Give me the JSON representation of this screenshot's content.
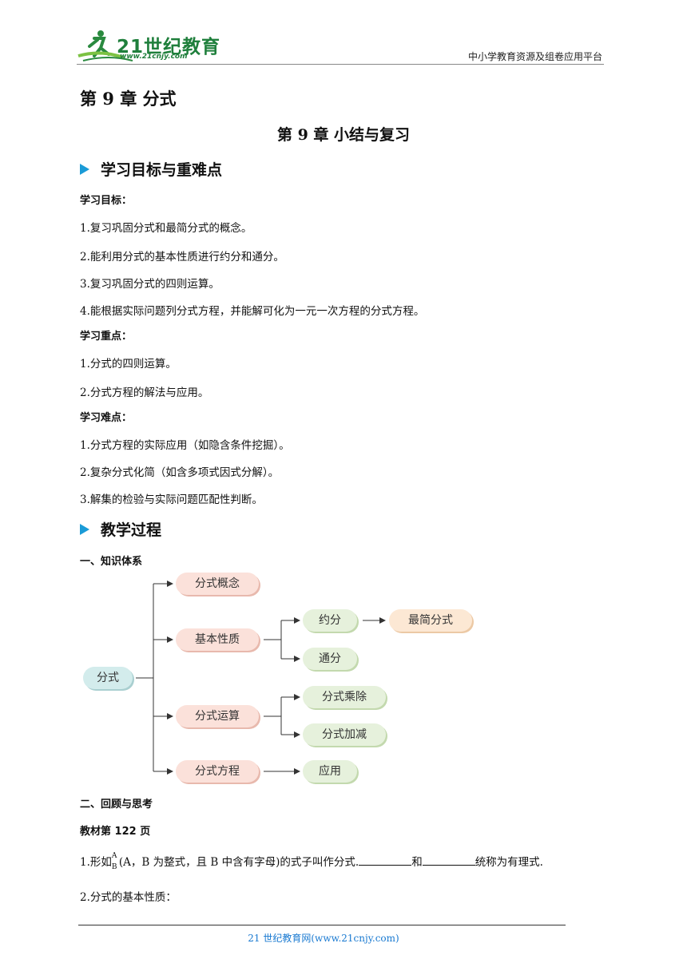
{
  "header": {
    "logo_text": "21世纪教育",
    "logo_url": "www.21cnjy.com",
    "right_text": "中小学教育资源及组卷应用平台"
  },
  "chapter_title": "第 9 章  分式",
  "subtitle": "第 9 章  小结与复习",
  "section1": {
    "heading": "学习目标与重难点",
    "goals_label": "学习目标：",
    "goals": [
      "1.复习巩固分式和最简分式的概念。",
      "2.能利用分式的基本性质进行约分和通分。",
      "3.复习巩固分式的四则运算。",
      "4.能根据实际问题列分式方程，并能解可化为一元一次方程的分式方程。"
    ],
    "key_label": "学习重点：",
    "key_points": [
      "1.分式的四则运算。",
      "2.分式方程的解法与应用。"
    ],
    "difficult_label": "学习难点：",
    "difficult_points": [
      "1.分式方程的实际应用（如隐含条件挖掘）。",
      "2.复杂分式化简（如含多项式因式分解）。",
      "3.解集的检验与实际问题匹配性判断。"
    ]
  },
  "section2": {
    "heading": "教学过程",
    "knowledge_label": "一、知识体系",
    "diagram": {
      "root": "分式",
      "concept": "分式概念",
      "property": "基本性质",
      "reduce": "约分",
      "simplest": "最简分式",
      "common": "通分",
      "operation": "分式运算",
      "muldiv": "分式乘除",
      "addsub": "分式加减",
      "equation": "分式方程",
      "application": "应用"
    },
    "review_label": "二、回顾与思考",
    "textbook_label": "教材第 122 页",
    "q1": {
      "prefix": "1.形如",
      "num": "A",
      "den": "B",
      "middle": "(A，B 为整式，且 B 中含有字母)的式子叫作分式.",
      "and": "和",
      "suffix": "统称为有理式."
    },
    "q2": "2.分式的基本性质："
  },
  "footer": "21 世纪教育网(www.21cnjy.com)"
}
